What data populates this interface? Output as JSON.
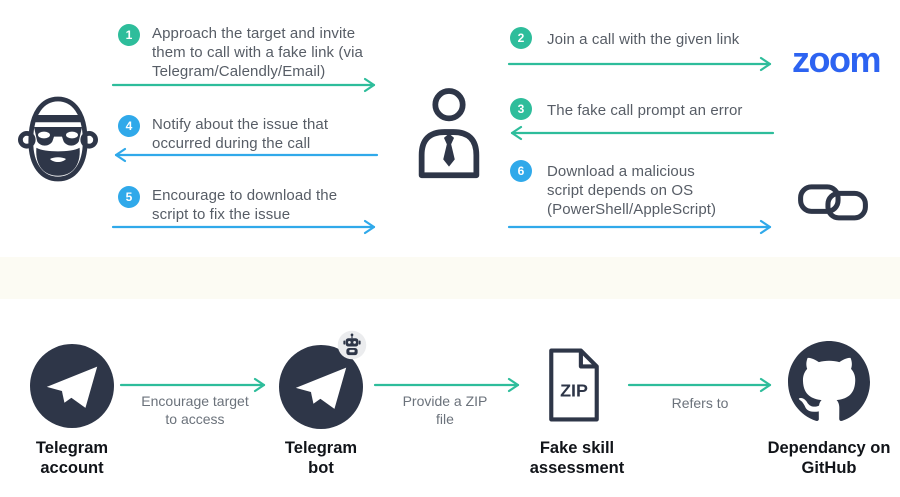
{
  "colors": {
    "green": "#2EBD9B",
    "blue": "#30A9EA",
    "dark": "#2E3648",
    "zoom_blue": "#2D63F1",
    "band": "#FCFBF3",
    "badge_bg": "#EBECEE"
  },
  "top_flow": {
    "zoom_logo_text": "zoom",
    "steps": [
      {
        "num": "1",
        "text": "Approach the target and invite them to call with a fake link (via Telegram/Calendly/Email)",
        "arrow": {
          "color": "green",
          "direction": "right"
        }
      },
      {
        "num": "2",
        "text": "Join a call with the given link",
        "arrow": {
          "color": "green",
          "direction": "right"
        }
      },
      {
        "num": "3",
        "text": "The fake call prompt an error",
        "arrow": {
          "color": "green",
          "direction": "left"
        }
      },
      {
        "num": "4",
        "text": "Notify about the issue that occurred during the call",
        "arrow": {
          "color": "blue",
          "direction": "left"
        }
      },
      {
        "num": "5",
        "text": "Encourage to download the script to fix the issue",
        "arrow": {
          "color": "blue",
          "direction": "right"
        }
      },
      {
        "num": "6",
        "text": "Download a malicious script depends on OS (PowerShell/AppleScript)",
        "arrow": {
          "color": "blue",
          "direction": "right"
        }
      }
    ]
  },
  "bottom_flow": {
    "zip_text": "ZIP",
    "nodes": [
      {
        "label": "Telegram account",
        "icon": "telegram-account-icon"
      },
      {
        "label": "Telegram bot",
        "icon": "telegram-bot-icon"
      },
      {
        "label": "Fake skill assessment",
        "icon": "zip-file-icon"
      },
      {
        "label": "Dependancy on GitHub",
        "icon": "github-icon"
      }
    ],
    "edges": [
      {
        "label": "Encourage target to access"
      },
      {
        "label": "Provide a ZIP file"
      },
      {
        "label": "Refers to"
      }
    ]
  }
}
